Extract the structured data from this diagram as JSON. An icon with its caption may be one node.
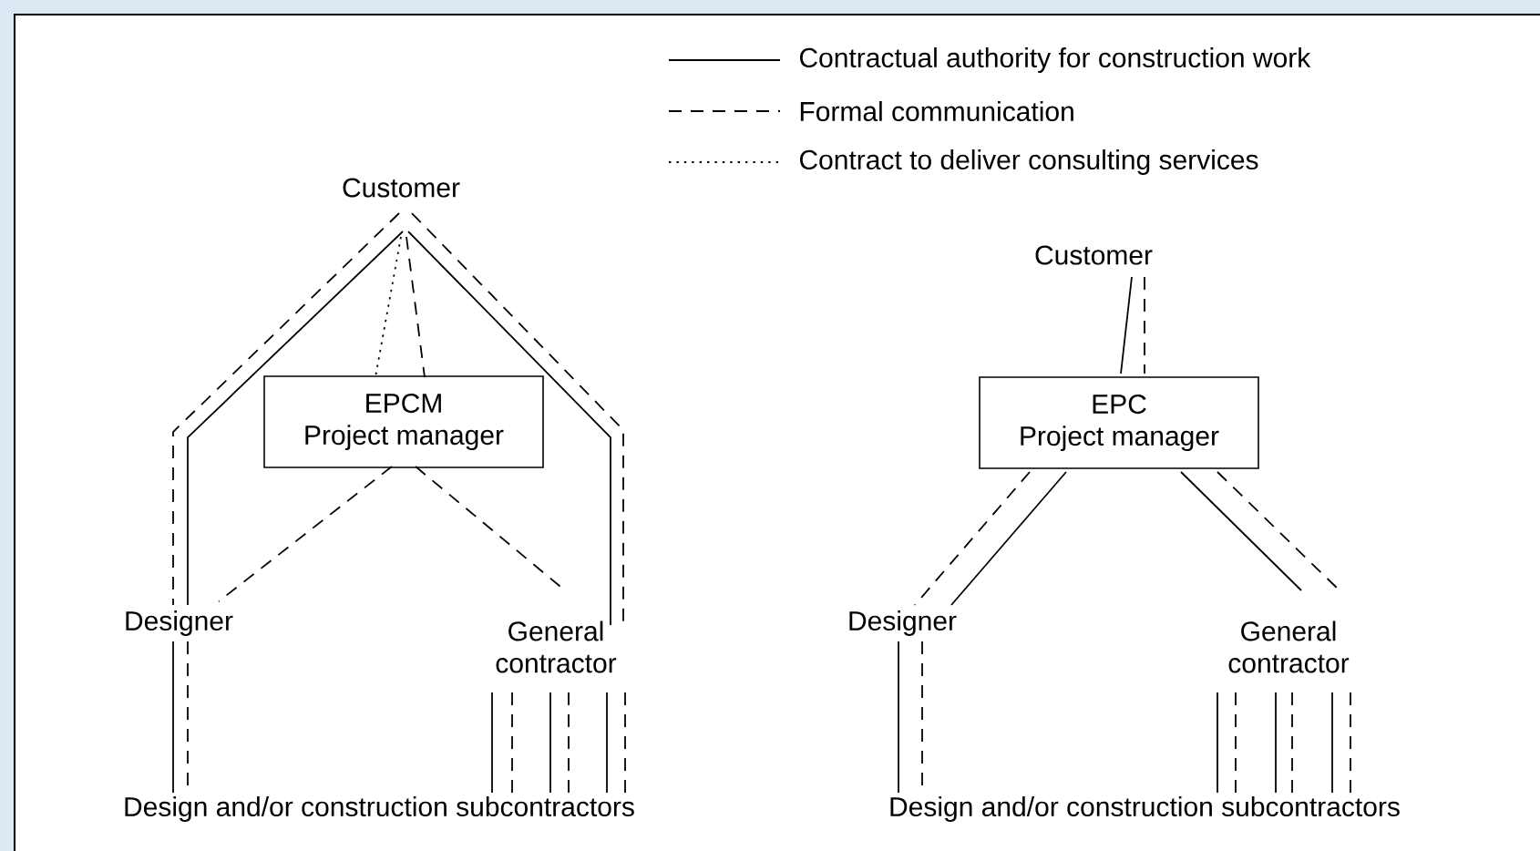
{
  "diagram": {
    "nodes": [
      {
        "text": [
          "Customer"
        ]
      },
      {
        "text": [
          "EPCM",
          "Project manager"
        ]
      },
      {
        "text": [
          "Designer"
        ]
      },
      {
        "text": [
          "General contractor"
        ]
      },
      {
        "text": [
          "Design and/or construction subcontractors"
        ]
      },
      {
        "text": [
          "Customer"
        ]
      },
      {
        "text": [
          "EPC",
          "Project manager"
        ]
      },
      {
        "text": [
          "Designer"
        ]
      },
      {
        "text": [
          "General contractor"
        ]
      },
      {
        "text": [
          "Design and/or construction subcontractors"
        ]
      }
    ],
    "edges": [
      {
        "from": 0,
        "to": 2,
        "arrow": "none"
      },
      {
        "from": 0,
        "to": 2,
        "arrow": "none",
        "style": "dashed"
      },
      {
        "from": 0,
        "to": 3,
        "arrow": "none"
      },
      {
        "from": 0,
        "to": 3,
        "arrow": "none",
        "style": "dashed"
      },
      {
        "from": 0,
        "to": 1,
        "arrow": "none",
        "style": "dashed"
      },
      {
        "from": 0,
        "to": 1,
        "arrow": "none",
        "style": "dashed"
      },
      {
        "from": 1,
        "to": 2,
        "arrow": "none",
        "style": "dashed"
      },
      {
        "from": 1,
        "to": 3,
        "arrow": "none",
        "style": "dashed"
      },
      {
        "from": 2,
        "to": 4,
        "arrow": "none"
      },
      {
        "from": 2,
        "to": 4,
        "arrow": "none",
        "style": "dashed"
      },
      {
        "from": 3,
        "to": 4,
        "arrow": "none"
      },
      {
        "from": 3,
        "to": 4,
        "arrow": "none",
        "style": "dashed"
      },
      {
        "from": 3,
        "to": 4,
        "arrow": "none"
      },
      {
        "from": 3,
        "to": 4,
        "arrow": "none",
        "style": "dashed"
      },
      {
        "from": 3,
        "to": 4,
        "arrow": "none"
      },
      {
        "from": 3,
        "to": 4,
        "arrow": "none",
        "style": "dashed"
      },
      {
        "from": 5,
        "to": 6,
        "arrow": "none"
      },
      {
        "from": 5,
        "to": 6,
        "arrow": "none",
        "style": "dashed"
      },
      {
        "from": 6,
        "to": 7,
        "arrow": "none",
        "style": "dashed"
      },
      {
        "from": 6,
        "to": 7,
        "arrow": "none"
      },
      {
        "from": 6,
        "to": 8,
        "arrow": "none"
      },
      {
        "from": 6,
        "to": 8,
        "arrow": "none",
        "style": "dashed"
      },
      {
        "from": 7,
        "to": 9,
        "arrow": "none"
      },
      {
        "from": 7,
        "to": 9,
        "arrow": "none",
        "style": "dashed"
      },
      {
        "from": 8,
        "to": 9,
        "arrow": "none"
      },
      {
        "from": 8,
        "to": 9,
        "arrow": "none",
        "style": "dashed"
      },
      {
        "from": 8,
        "to": 9,
        "arrow": "none"
      },
      {
        "from": 8,
        "to": 9,
        "arrow": "none",
        "style": "dashed"
      },
      {
        "from": 8,
        "to": 9,
        "arrow": "none"
      },
      {
        "from": 8,
        "to": 9,
        "arrow": "none",
        "style": "dashed"
      }
    ],
    "legend": [
      {
        "text": "Contractual authority for construction work"
      },
      {
        "text": "Formal communication"
      },
      {
        "text": "Contract to deliver consulting services"
      }
    ]
  }
}
